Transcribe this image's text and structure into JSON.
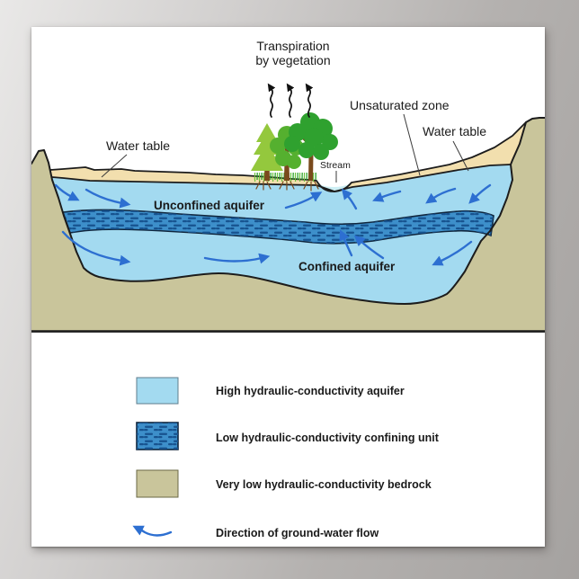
{
  "poster": {
    "diagram": {
      "title_line1": "Transpiration",
      "title_line2": "by vegetation",
      "labels": {
        "unsaturated_zone": "Unsaturated zone",
        "water_table_left": "Water table",
        "water_table_right": "Water table",
        "stream": "Stream",
        "unconfined_aquifer": "Unconfined aquifer",
        "confined_aquifer": "Confined aquifer"
      },
      "colors": {
        "aquifer": "#a3daf0",
        "confining_unit": "#3d8fca",
        "confining_dash": "#17538f",
        "bedrock": "#c9c59b",
        "unsaturated_zone": "#f2dfae",
        "stream_water": "#cdeff4",
        "flow_arrow": "#2d6fd1",
        "outline": "#1c1c1c",
        "tree_green_light": "#94c83d",
        "tree_green_mid": "#55b02f",
        "tree_green_dark": "#2fa12f",
        "trunk_brown": "#7a4a1d"
      }
    },
    "legend": {
      "items": [
        {
          "label": "High hydraulic-conductivity aquifer"
        },
        {
          "label": "Low hydraulic-conductivity confining unit"
        },
        {
          "label": "Very low hydraulic-conductivity bedrock"
        },
        {
          "label": "Direction of ground-water flow"
        }
      ]
    }
  }
}
